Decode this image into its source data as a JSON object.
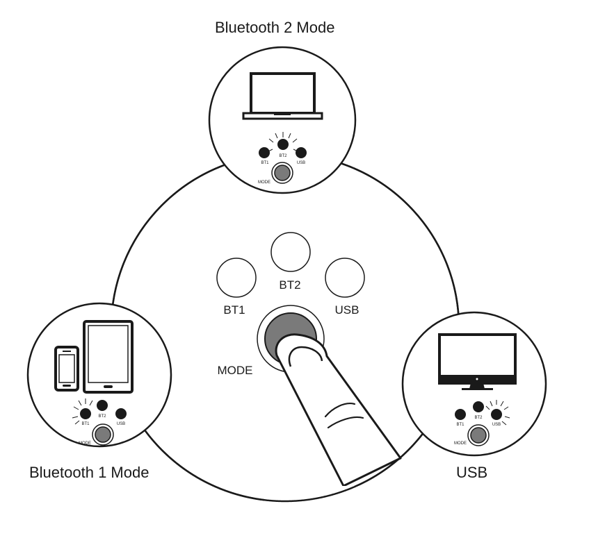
{
  "captions": {
    "bt2_mode": "Bluetooth 2 Mode",
    "bt1_mode": "Bluetooth 1 Mode",
    "usb_mode": "USB"
  },
  "device": {
    "labels": {
      "bt1": "BT1",
      "bt2": "BT2",
      "usb": "USB",
      "mode": "MODE"
    }
  },
  "insets": {
    "bt2": {
      "labels": {
        "bt1": "BT1",
        "bt2": "BT2",
        "usb": "USB",
        "mode": "MODE"
      },
      "lit": "BT2",
      "icon": "laptop-icon"
    },
    "bt1": {
      "labels": {
        "bt1": "BT1",
        "bt2": "BT2",
        "usb": "USB",
        "mode": "MODE"
      },
      "lit": "BT1",
      "icon": "phone-tablet-icon"
    },
    "usb": {
      "labels": {
        "bt1": "BT1",
        "bt2": "BT2",
        "usb": "USB",
        "mode": "MODE"
      },
      "lit": "USB",
      "icon": "monitor-icon"
    }
  },
  "colors": {
    "stroke": "#1a1a1a",
    "button_fill": "#7a7a7a",
    "background": "#ffffff"
  }
}
